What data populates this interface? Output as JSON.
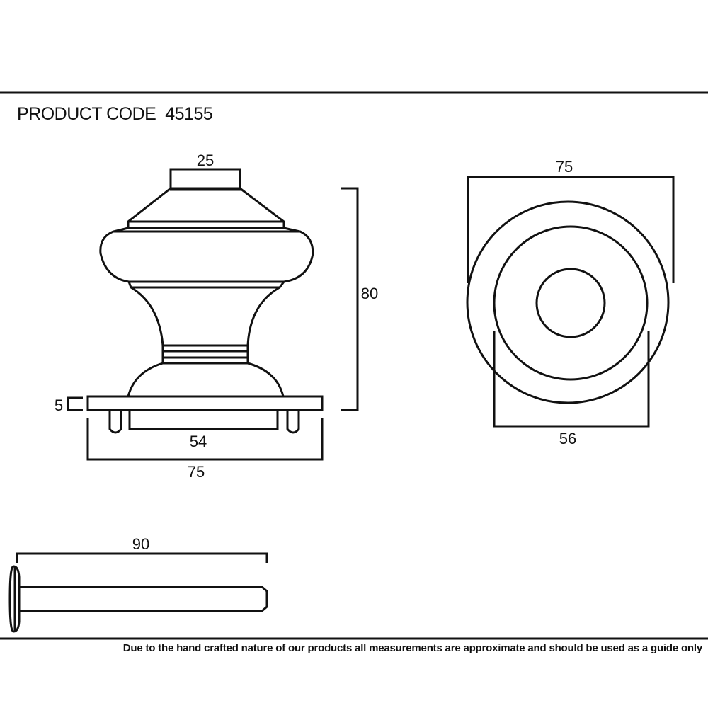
{
  "header": {
    "product_code_label": "PRODUCT CODE",
    "product_code": "45155"
  },
  "front_view": {
    "top_width": "25",
    "height": "80",
    "plate_thickness": "5",
    "pin_spacing": "54",
    "plate_width": "75"
  },
  "top_view": {
    "outer_diameter": "75",
    "inner_diameter": "56"
  },
  "spindle_view": {
    "length": "90"
  },
  "footer": {
    "disclaimer": "Due to the hand crafted nature of our products all measurements are approximate and should be used as a guide only"
  },
  "colors": {
    "line": "#111111",
    "background": "#ffffff"
  }
}
